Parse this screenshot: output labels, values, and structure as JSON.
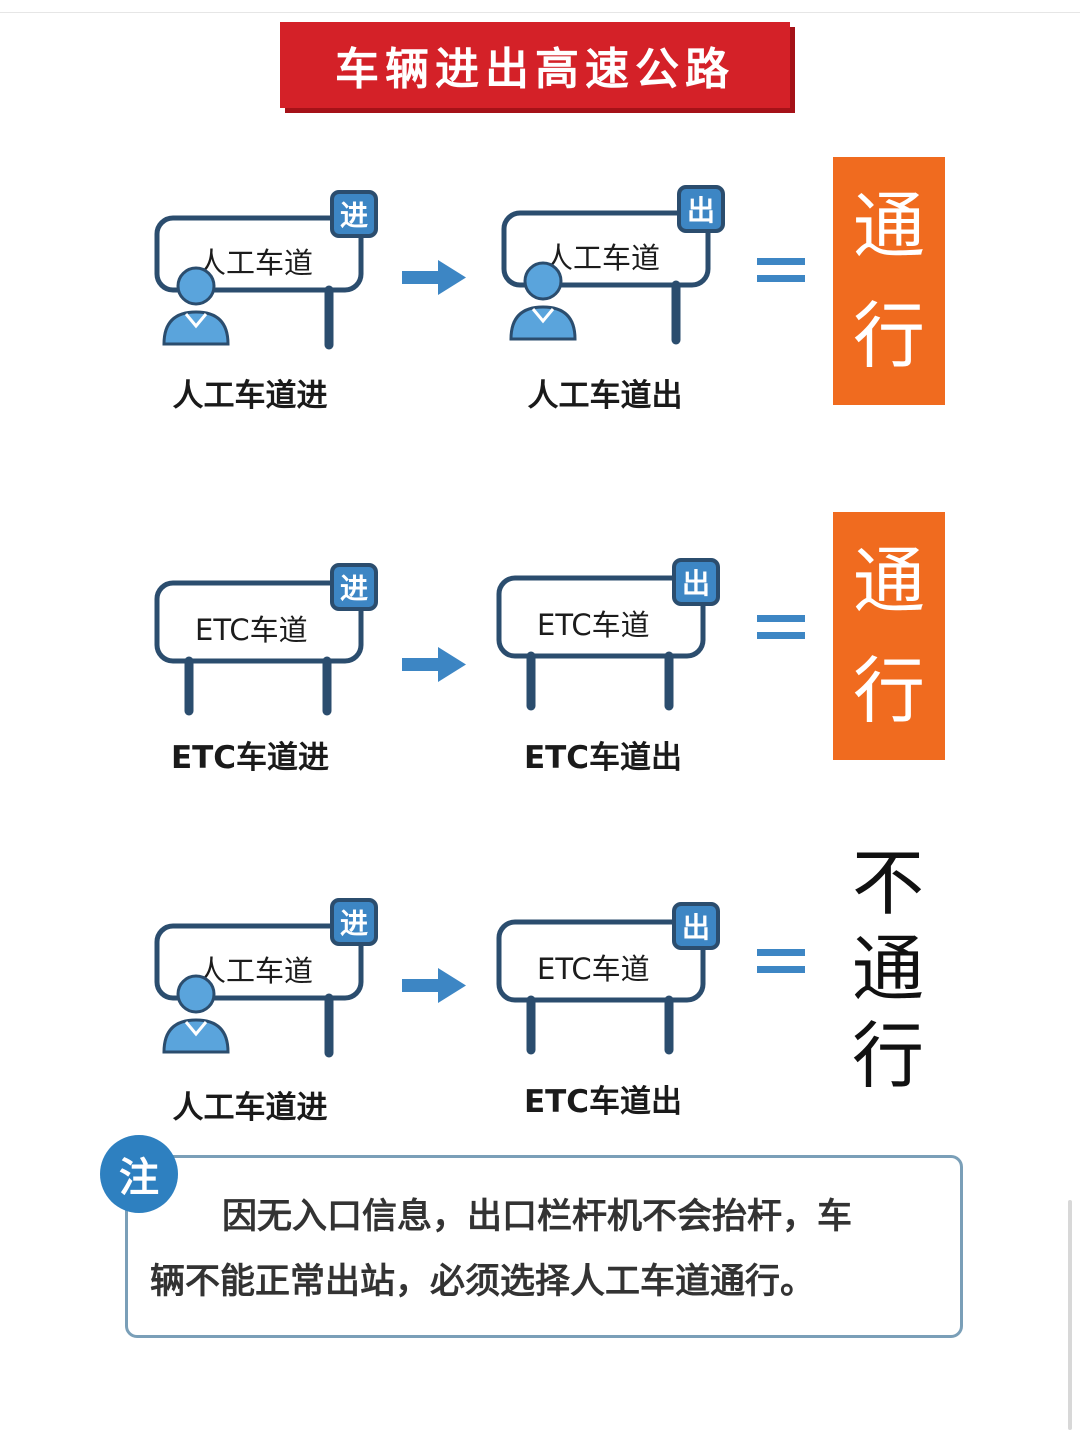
{
  "title": "车辆进出高速公路",
  "colors": {
    "title_bg": "#d42128",
    "pass_bg": "#f06b1f",
    "gate_blue": "#2b4d6e",
    "badge_blue": "#3d86c4",
    "note_border": "#7a9fb8"
  },
  "rows": [
    {
      "entry": {
        "sign": "人工车道",
        "badge": "进",
        "caption": "人工车道进",
        "type": "manual",
        "icon": "toll-collector-icon"
      },
      "exit": {
        "sign": "人工车道",
        "badge": "出",
        "caption": "人工车道出",
        "type": "manual",
        "icon": "toll-collector-icon"
      },
      "result": {
        "chars": [
          "通",
          "行"
        ],
        "pass": true
      }
    },
    {
      "entry": {
        "sign": "ETC车道",
        "badge": "进",
        "caption": "ETC车道进",
        "type": "etc"
      },
      "exit": {
        "sign": "ETC车道",
        "badge": "出",
        "caption": "ETC车道出",
        "type": "etc"
      },
      "result": {
        "chars": [
          "通",
          "行"
        ],
        "pass": true
      }
    },
    {
      "entry": {
        "sign": "人工车道",
        "badge": "进",
        "caption": "人工车道进",
        "type": "manual",
        "icon": "toll-collector-icon"
      },
      "exit": {
        "sign": "ETC车道",
        "badge": "出",
        "caption": "ETC车道出",
        "type": "etc"
      },
      "result": {
        "chars": [
          "不",
          "通",
          "行"
        ],
        "pass": false
      }
    }
  ],
  "note": {
    "badge": "注",
    "line1": "因无入口信息，出口栏杆机不会抬杆，车",
    "line2": "辆不能正常出站，必须选择人工车道通行。"
  }
}
